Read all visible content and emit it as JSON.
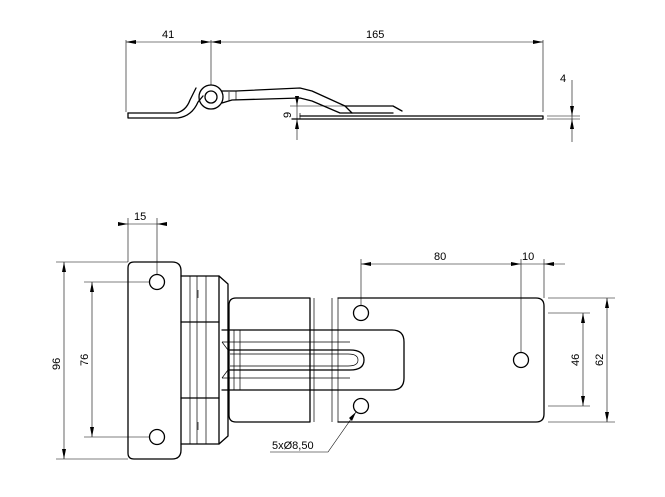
{
  "dimensions": {
    "side_hinge_width": "41",
    "side_total_length": "165",
    "side_thickness": "4",
    "side_offset": "9",
    "front_hole_edge": "15",
    "front_total_height": "96",
    "front_hole_pitch": "76",
    "front_hole_span": "80",
    "front_slot_edge": "10",
    "front_inner_height": "46",
    "front_plate_height": "62",
    "holes_callout": "5xØ8,50"
  }
}
